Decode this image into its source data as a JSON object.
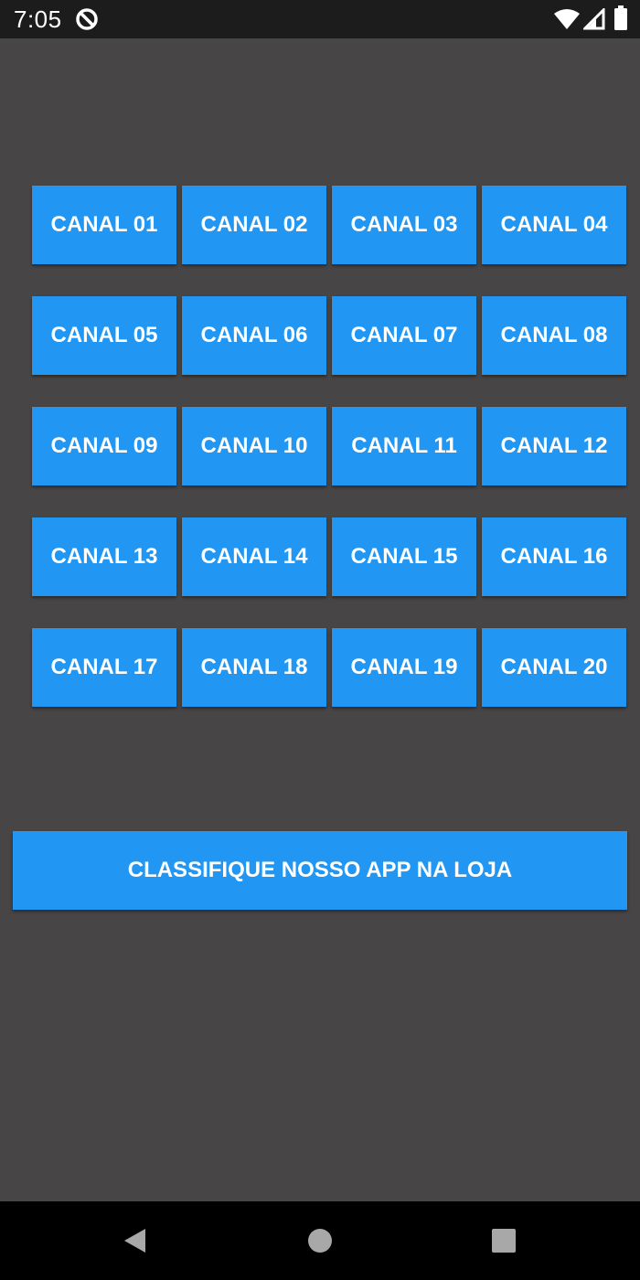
{
  "status_bar": {
    "time": "7:05",
    "icons": [
      "data-saver-icon",
      "wifi-icon",
      "signal-icon",
      "battery-icon"
    ]
  },
  "channels": [
    {
      "label": "CANAL 01"
    },
    {
      "label": "CANAL 02"
    },
    {
      "label": "CANAL 03"
    },
    {
      "label": "CANAL 04"
    },
    {
      "label": "CANAL 05"
    },
    {
      "label": "CANAL 06"
    },
    {
      "label": "CANAL 07"
    },
    {
      "label": "CANAL 08"
    },
    {
      "label": "CANAL 09"
    },
    {
      "label": "CANAL 10"
    },
    {
      "label": "CANAL 11"
    },
    {
      "label": "CANAL 12"
    },
    {
      "label": "CANAL 13"
    },
    {
      "label": "CANAL 14"
    },
    {
      "label": "CANAL 15"
    },
    {
      "label": "CANAL 16"
    },
    {
      "label": "CANAL 17"
    },
    {
      "label": "CANAL 18"
    },
    {
      "label": "CANAL 19"
    },
    {
      "label": "CANAL 20"
    }
  ],
  "rate_button": {
    "label": "CLASSIFIQUE NOSSO APP NA LOJA"
  },
  "nav_bar": {
    "icons": [
      "back-icon",
      "home-icon",
      "recents-icon"
    ]
  },
  "colors": {
    "background": "#484546",
    "button": "#2196f2",
    "button_text": "#ffffff",
    "status_bar": "#1c1c1c",
    "nav_bar": "#000000",
    "nav_icon": "#a8a8a8"
  }
}
